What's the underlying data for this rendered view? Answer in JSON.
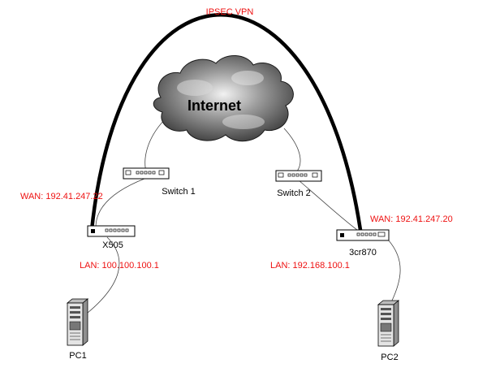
{
  "vpn": {
    "label": "IPSEC VPN",
    "color": "#ee1111"
  },
  "cloud": {
    "label": "Internet"
  },
  "devices": {
    "switch1": {
      "label": "Switch 1"
    },
    "switch2": {
      "label": "Switch 2"
    },
    "router_left": {
      "label": "X505",
      "wan": "WAN: 192.41.247.22",
      "lan": "LAN: 100.100.100.1"
    },
    "router_right": {
      "label": "3cr870",
      "wan": "WAN: 192.41.247.20",
      "lan": "LAN: 192.168.100.1"
    },
    "pc1": {
      "label": "PC1"
    },
    "pc2": {
      "label": "PC2"
    }
  }
}
